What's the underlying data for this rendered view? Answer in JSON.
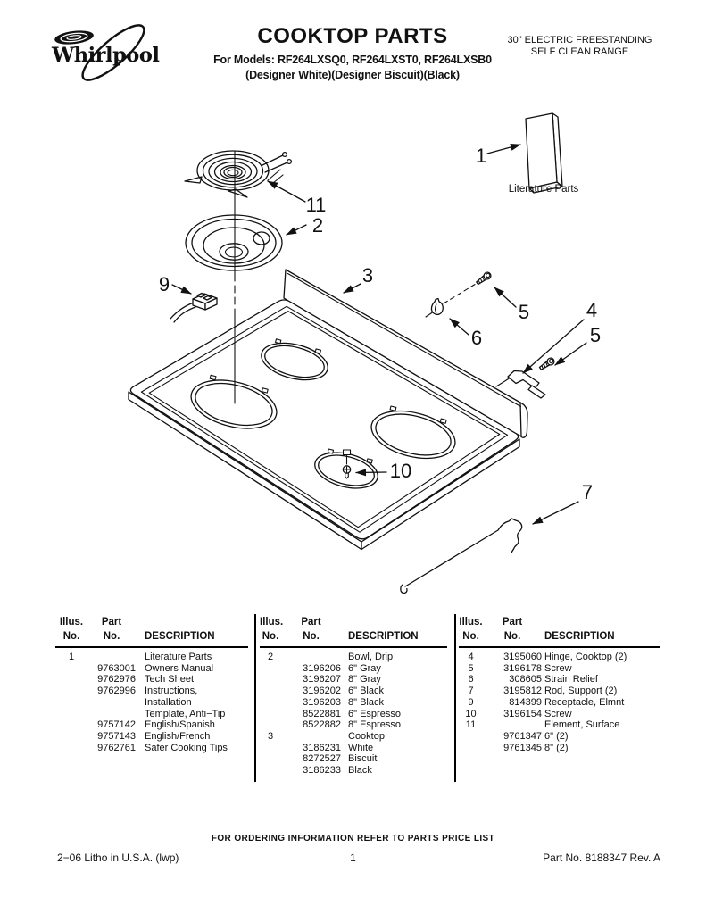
{
  "header": {
    "brand": "Whirlpool",
    "title": "COOKTOP PARTS",
    "models_line": "For Models: RF264LXSQ0, RF264LXST0, RF264LXSB0",
    "finish_line": "(Designer White)(Designer Biscuit)(Black)",
    "range_line1": "30\" ELECTRIC FREESTANDING",
    "range_line2": "SELF CLEAN RANGE"
  },
  "diagram": {
    "caption_literature": "Literature Parts",
    "callouts": {
      "literature": "1",
      "surface_element": "11",
      "drip_bowl": "2",
      "cooktop": "3",
      "receptacle": "9",
      "screw_top": "5",
      "strain_relief": "6",
      "hinge": "4",
      "screw_hinge": "5",
      "screw_burner": "10",
      "support_rod": "7"
    }
  },
  "parts_table": {
    "headers": {
      "illus": "Illus.",
      "no": "No.",
      "part": "Part",
      "description": "DESCRIPTION"
    },
    "columns": [
      {
        "rows": [
          [
            "1",
            "",
            "Literature Parts"
          ],
          [
            "",
            "9763001",
            "Owners Manual"
          ],
          [
            "",
            "9762976",
            "Tech Sheet"
          ],
          [
            "",
            "9762996",
            "Instructions,"
          ],
          [
            "",
            "",
            "Installation"
          ],
          [
            "",
            "",
            "Template, Anti−Tip"
          ],
          [
            "",
            "9757142",
            "English/Spanish"
          ],
          [
            "",
            "9757143",
            "English/French"
          ],
          [
            "",
            "9762761",
            "Safer Cooking Tips"
          ]
        ]
      },
      {
        "rows": [
          [
            "2",
            "",
            "Bowl, Drip"
          ],
          [
            "",
            "3196206",
            "6\" Gray"
          ],
          [
            "",
            "3196207",
            "8\" Gray"
          ],
          [
            "",
            "3196202",
            "6\" Black"
          ],
          [
            "",
            "3196203",
            "8\" Black"
          ],
          [
            "",
            "8522881",
            "6\" Espresso"
          ],
          [
            "",
            "8522882",
            "8\" Espresso"
          ],
          [
            "3",
            "",
            "Cooktop"
          ],
          [
            "",
            "3186231",
            "White"
          ],
          [
            "",
            "8272527",
            "Biscuit"
          ],
          [
            "",
            "3186233",
            "Black"
          ]
        ]
      },
      {
        "rows": [
          [
            "4",
            "3195060",
            "Hinge, Cooktop (2)"
          ],
          [
            "5",
            "3196178",
            "Screw"
          ],
          [
            "6",
            "308605",
            "Strain Relief"
          ],
          [
            "7",
            "3195812",
            "Rod, Support (2)"
          ],
          [
            "9",
            "814399",
            "Receptacle, Elmnt"
          ],
          [
            "10",
            "3196154",
            "Screw"
          ],
          [
            "11",
            "",
            "Element, Surface"
          ],
          [
            "",
            "9761347",
            "6\" (2)"
          ],
          [
            "",
            "9761345",
            "8\" (2)"
          ]
        ]
      }
    ]
  },
  "footer": {
    "ordering_note": "FOR ORDERING INFORMATION REFER TO PARTS PRICE LIST",
    "litho_line": "2−06 Litho in U.S.A. (lwp)",
    "page_number": "1",
    "doc_part_no": "Part No. 8188347 Rev. A"
  }
}
